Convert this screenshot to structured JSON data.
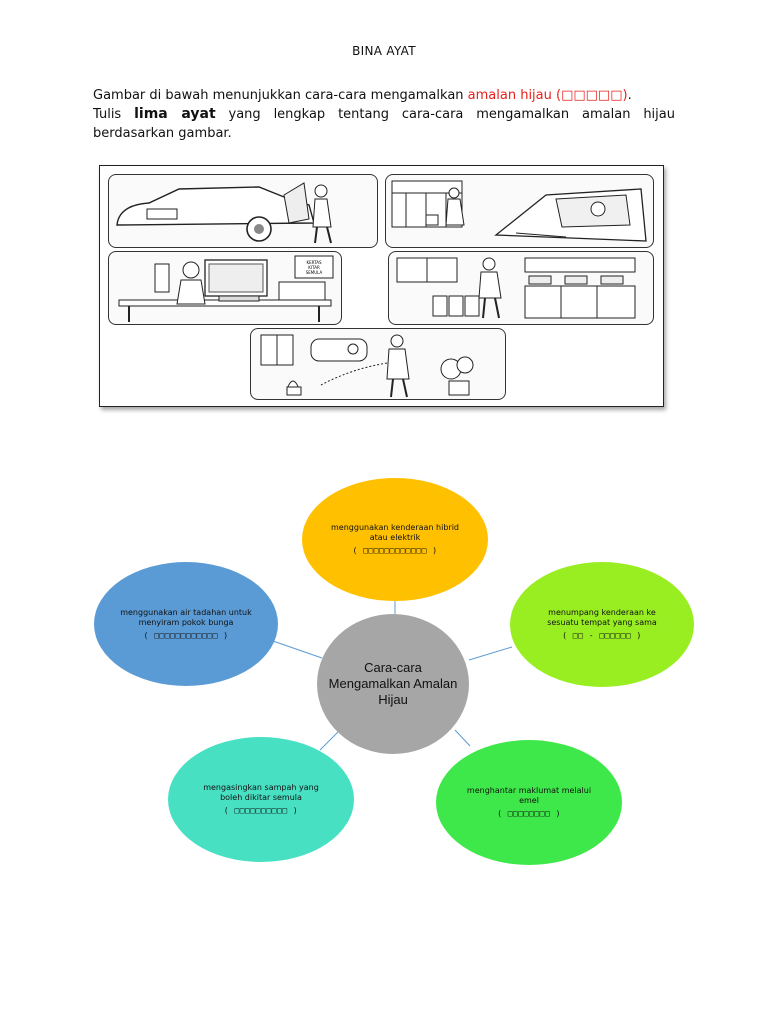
{
  "title": "BINA AYAT",
  "intro": {
    "line1_a": "Gambar di bawah menunjukkan cara-cara mengamalkan ",
    "line1_red": "amalan hijau (□□□□□)",
    "line1_end": ".",
    "line2_a": "Tulis ",
    "line2_bold": "lima ayat",
    "line2_b": " yang lengkap tentang cara-cara mengamalkan amalan hijau berdasarkan gambar."
  },
  "picture_panels": [
    {
      "scene": "car-door-scene"
    },
    {
      "scene": "carpool-scene"
    },
    {
      "scene": "computer-desk-scene",
      "sign": "KERTAS KITAR SEMULA"
    },
    {
      "scene": "recycle-bins-scene"
    },
    {
      "scene": "watering-plants-scene"
    }
  ],
  "center": {
    "label": "Cara-cara Mengamalkan Amalan Hijau",
    "color": "#a6a6a6"
  },
  "nodes": [
    {
      "text": "menggunakan kenderaan hibrid atau elektrik",
      "fill": "( □□□□□□□□□□□□ )",
      "color": "#ffc000"
    },
    {
      "text": "menumpang kenderaan ke sesuatu tempat yang sama",
      "fill": "( □□ - □□□□□□ )",
      "color": "#99ee22"
    },
    {
      "text": "menghantar maklumat melalui emel",
      "fill": "( □□□□□□□□ )",
      "color": "#3ee84a"
    },
    {
      "text": "mengasingkan sampah yang boleh dikitar semula",
      "fill": "( □□□□□□□□□□ )",
      "color": "#48e0c3"
    },
    {
      "text": "menggunakan air tadahan untuk menyiram pokok bunga",
      "fill": "( □□□□□□□□□□□□ )",
      "color": "#5b9bd5"
    }
  ]
}
